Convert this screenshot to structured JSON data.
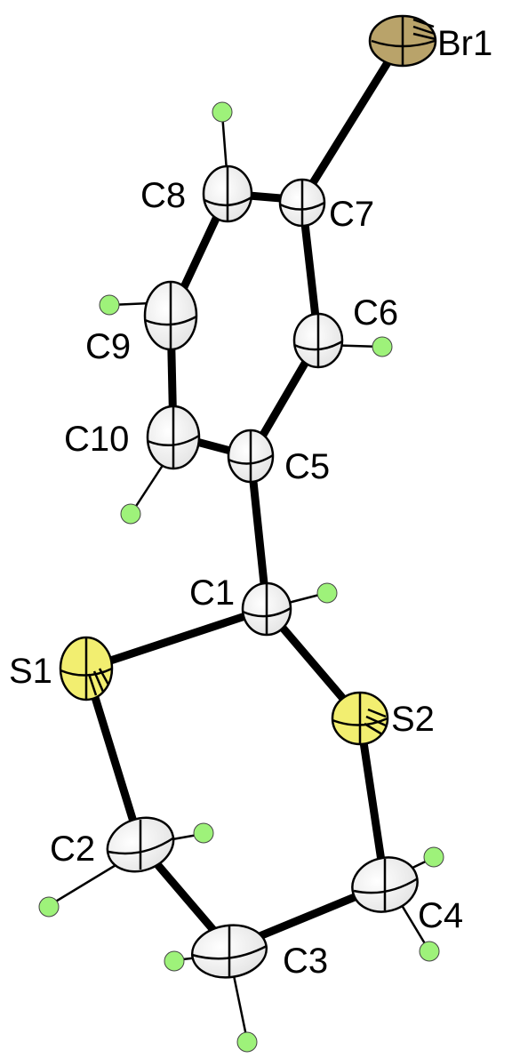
{
  "diagram": {
    "atoms": [
      {
        "id": "Br1",
        "label": "Br1",
        "element": "Br"
      },
      {
        "id": "C1",
        "label": "C1",
        "element": "C"
      },
      {
        "id": "C2",
        "label": "C2",
        "element": "C"
      },
      {
        "id": "C3",
        "label": "C3",
        "element": "C"
      },
      {
        "id": "C4",
        "label": "C4",
        "element": "C"
      },
      {
        "id": "C5",
        "label": "C5",
        "element": "C"
      },
      {
        "id": "C6",
        "label": "C6",
        "element": "C"
      },
      {
        "id": "C7",
        "label": "C7",
        "element": "C"
      },
      {
        "id": "C8",
        "label": "C8",
        "element": "C"
      },
      {
        "id": "C9",
        "label": "C9",
        "element": "C"
      },
      {
        "id": "C10",
        "label": "C10",
        "element": "C"
      },
      {
        "id": "S1",
        "label": "S1",
        "element": "S"
      },
      {
        "id": "S2",
        "label": "S2",
        "element": "S"
      }
    ],
    "bonds": [
      [
        "C7",
        "Br1"
      ],
      [
        "C7",
        "C8"
      ],
      [
        "C8",
        "C9"
      ],
      [
        "C9",
        "C10"
      ],
      [
        "C10",
        "C5"
      ],
      [
        "C5",
        "C6"
      ],
      [
        "C6",
        "C7"
      ],
      [
        "C5",
        "C1"
      ],
      [
        "C1",
        "S1"
      ],
      [
        "C1",
        "S2"
      ],
      [
        "S1",
        "C2"
      ],
      [
        "C2",
        "C3"
      ],
      [
        "C3",
        "C4"
      ],
      [
        "C4",
        "S2"
      ]
    ],
    "colors": {
      "Br": "#b0a070",
      "S": "#f2ee70",
      "C": "#ffffff",
      "H": "#9ef27a",
      "bond": "#000000"
    }
  }
}
